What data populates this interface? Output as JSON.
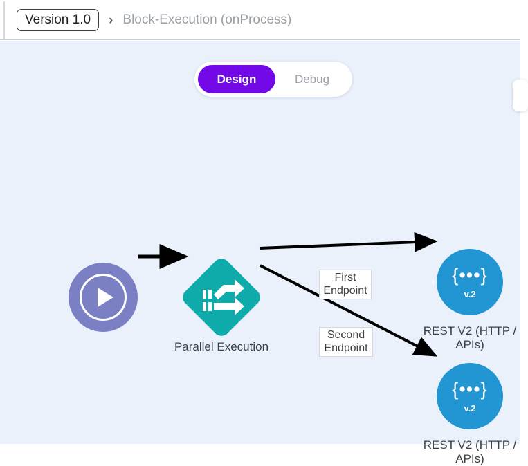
{
  "header": {
    "version_chip": "Version 1.0",
    "separator": "›",
    "title": "Block-Execution (onProcess)"
  },
  "toolbar": {
    "design_label": "Design",
    "debug_label": "Debug",
    "active_mode": "Design"
  },
  "canvas": {
    "background_color": "#eaf1fb",
    "nodes": [
      {
        "id": "start",
        "type": "start",
        "caption": "",
        "color": "#7b7fc4",
        "icon": "play-icon"
      },
      {
        "id": "parallel",
        "type": "parallel-execution",
        "caption": "Parallel Execution",
        "color": "#0fabab",
        "icon": "split-arrows-icon"
      },
      {
        "id": "rest1",
        "type": "rest-v2",
        "caption": "REST V2 (HTTP / APIs)",
        "badge": "v.2",
        "glyph": "{•••}",
        "color": "#2196d3"
      },
      {
        "id": "rest2",
        "type": "rest-v2",
        "caption": "REST V2 (HTTP / APIs)",
        "badge": "v.2",
        "glyph": "{•••}",
        "color": "#2196d3"
      }
    ],
    "edges": [
      {
        "from": "start",
        "to": "parallel",
        "label": ""
      },
      {
        "from": "parallel",
        "to": "rest1",
        "label": "First\nEndpoint"
      },
      {
        "from": "parallel",
        "to": "rest2",
        "label": "Second\nEndpoint"
      }
    ],
    "edge_color": "#000000"
  }
}
